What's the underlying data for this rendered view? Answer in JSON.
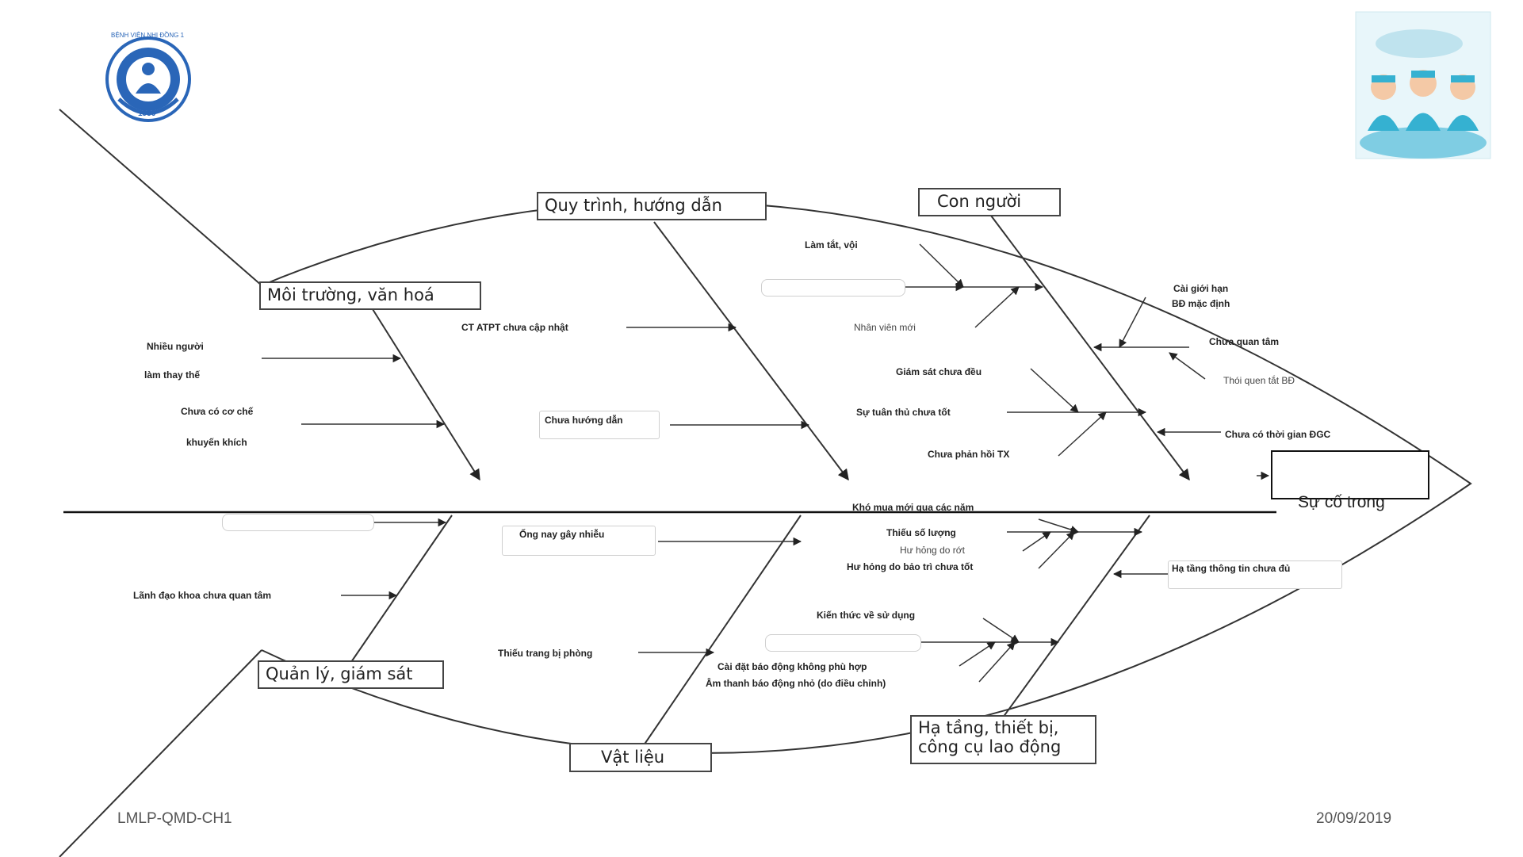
{
  "logo": {
    "name": "BỆNH VIỆN NHI ĐỒNG 1",
    "year": "1956"
  },
  "categories": {
    "environment": "Môi trường, văn hoá",
    "process": "Quy trình, hướng dẫn",
    "people": "Con người",
    "management": "Quản lý, giám sát",
    "materials": "Vật liệu",
    "infrastructure_line1": "Hạ tầng, thiết bị,",
    "infrastructure_line2": "công cụ lao động"
  },
  "effect": "Sự cố trong",
  "causes": {
    "env_1a": "Nhiều người",
    "env_1b": "làm thay thế",
    "env_2a": "Chưa có cơ chế",
    "env_2b": "khuyến khích",
    "proc_1": "CT ATPT chưa cập nhật",
    "proc_2": "Chưa hướng dẫn",
    "people_1": "Làm tắt, vội",
    "people_2": "Nhân viên mới",
    "people_3": "Cài giới hạn",
    "people_3b": "BĐ mặc định",
    "people_4": "Chưa quan tâm",
    "people_5": "Thói quen tắt BĐ",
    "people_6": "Giám sát chưa đều",
    "people_7": "Sự tuân thủ chưa tốt",
    "people_8": "Chưa phản hồi TX",
    "people_9": "Chưa có thời gian ĐGC",
    "mgmt_1": "Lãnh đạo khoa chưa quan tâm",
    "mat_1": "Ống nay gây nhiễu",
    "mat_2": "Thiếu trang bị phòng",
    "infra_1": "Khó mua mới qua các năm",
    "infra_2": "Thiếu số lượng",
    "infra_3": "Hư hỏng do rớt",
    "infra_4": "Hư hỏng do bảo trì chưa tốt",
    "infra_5": "Hạ tầng thông tin chưa đủ",
    "infra_6": "Kiến thức về sử dụng",
    "infra_7": "Cài đặt báo động không phù hợp",
    "infra_8": "Âm thanh báo động nhỏ (do điều chỉnh)"
  },
  "footer": {
    "left": "LMLP-QMD-CH1",
    "right": "20/09/2019"
  }
}
